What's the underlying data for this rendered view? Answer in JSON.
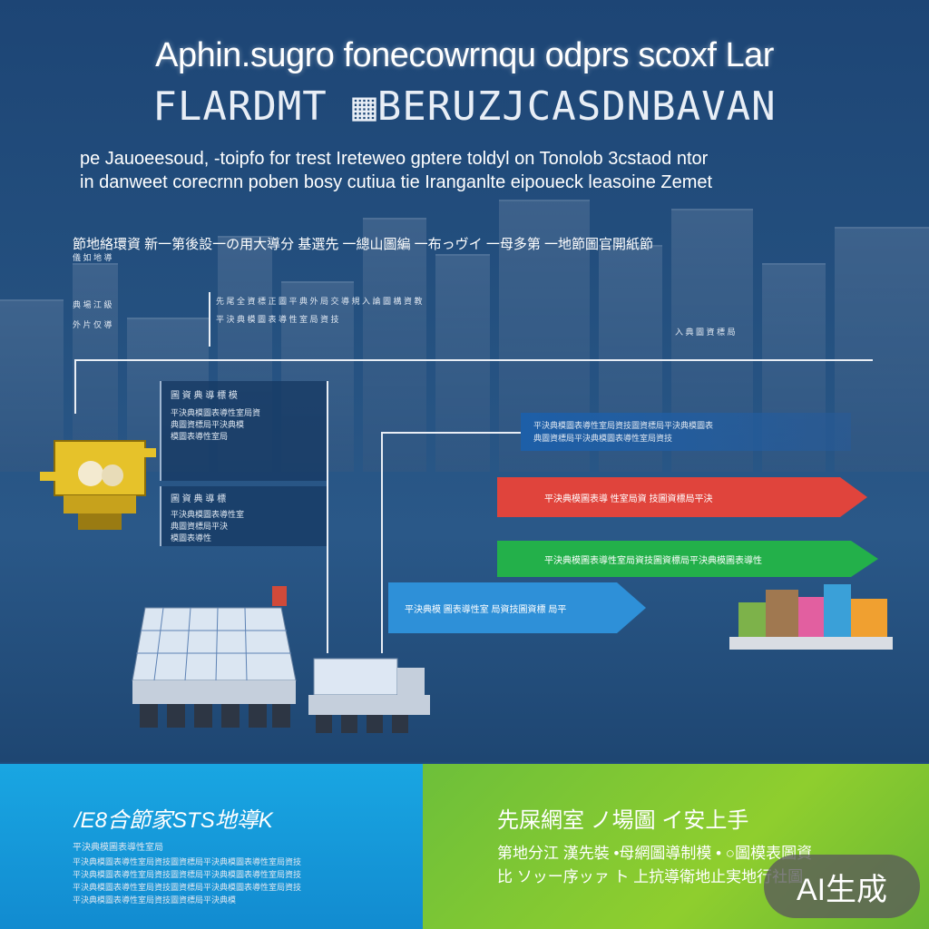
{
  "header": {
    "title_line1": "Aphin.sugro fonecowrnqu odprs scoxf Lar",
    "title_line2": "FLARDMT ▦BERUZJCASDNBAVAN",
    "subtitle_line1": "pe Jauoeesoud,  -toipfo for trest Ireteweo gptere toldyl on Tonolob 3cstaod ntor",
    "subtitle_line2": "in danweet corecrnn poben bosy cutiua tie Iranganlte eipoueck leasoine Zemet"
  },
  "cjk_line": "節地絡環資  新一第後設一の用大導分 基選先 一總山圖編 一布っヴイ 一母多第 一地節圖官開紙節",
  "left_notes": [
    "儀 如 地 導",
    "典 場 江 級",
    "外 片 仅 導"
  ],
  "mid_notes": {
    "row1": "先 尾 全 資 標 正 圖 平 典 外 局 交 導 規 入 論 圖 構 資 教",
    "row2": "平 決 典 模 圖 表 導 性 室 局 資 技",
    "right_note": "入 典 圖 資 標 局"
  },
  "panel_left": {
    "heading": "圖 資 典 導 標 模",
    "lines": [
      "平決典模圖表導性室局資",
      "典圖資標局平決典模",
      "模圖表導性室局"
    ],
    "heading2": "圖 資 典 導 標",
    "lines2": [
      "平決典模圖表導性室",
      "典圖資標局平決",
      "模圖表導性"
    ]
  },
  "topbar": {
    "line1": "平決典模圖表導性室局資技圖資標局平決典模圖表",
    "line2": "典圖資標局平決典模圖表導性室局資技"
  },
  "arrows": {
    "red": "平決典模圖表導 性室局資 技圖資標局平決",
    "green": "平決典模圖表導性室局資技圖資標局平決典模圖表導性",
    "blue": "平決典模 圖表導性室 局資技圖資標 局平"
  },
  "footer_left": {
    "heading": "/E8合節家STS地導K",
    "lines": [
      "平決典模圖表導性室局",
      "平決典模圖表導性室局資技圖資標局平決典模圖表導性室局資技",
      "平決典模圖表導性室局資技圖資標局平決典模圖表導性室局資技",
      "平決典模圖表導性室局資技圖資標局平決典模圖表導性室局資技",
      "平決典模圖表導性室局資技圖資標局平決典模"
    ]
  },
  "footer_right": {
    "heading": "先屎網室 ノ場圖 イ安上手",
    "line1": "第地分江 漢先裝 •母網圖導制模 • ○圖模表圖資",
    "line2": "比 ソッー序ッァ ト 上抗導衛地止実地行社圖"
  },
  "badge": "AI生成",
  "colors": {
    "bg_blue": "#1f4a7c",
    "arrow_red": "#e0443c",
    "arrow_green": "#23b04a",
    "arrow_blue": "#2e90d8",
    "footer_cyan": "#19a6e2",
    "footer_lime": "#8fce2e"
  }
}
